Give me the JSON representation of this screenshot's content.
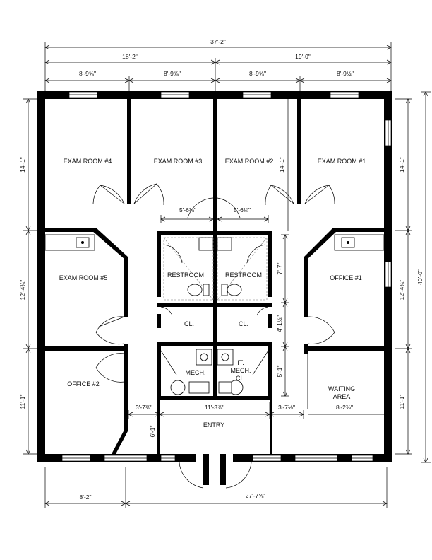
{
  "rooms": {
    "exam4": "EXAM ROOM #4",
    "exam3": "EXAM ROOM #3",
    "exam2": "EXAM ROOM #2",
    "exam1": "EXAM ROOM #1",
    "exam5": "EXAM ROOM #5",
    "office1": "OFFICE #1",
    "office2": "OFFICE #2",
    "restroom_left": "RESTROOM",
    "restroom_right": "RESTROOM",
    "closet_left": "CL.",
    "closet_right": "CL.",
    "mech": "MECH.",
    "it_line1": "IT.",
    "it_line2": "MECH.",
    "it_line3": "CL.",
    "waiting_line1": "WAITING",
    "waiting_line2": "AREA",
    "entry": "ENTRY"
  },
  "dimensions": {
    "overall_width": "37'-2\"",
    "left_half": "18'-2\"",
    "right_half": "19'-0\"",
    "bay1": "8'-9⅝\"",
    "bay2": "8'-9⅝\"",
    "bay3": "8'-9⅝\"",
    "bay4": "8'-9½\"",
    "left_v1": "14'-1\"",
    "left_v2": "12'-4¾\"",
    "left_v3": "11'-1\"",
    "right_v1": "14'-1\"",
    "right_v2": "12'-4¾\"",
    "right_v3": "11'-1\"",
    "overall_height": "40'-0\"",
    "corridor_v1": "14'-1\"",
    "rr_width_left": "5'-6⅛\"",
    "rr_width_right": "5'-6⅛\"",
    "rr_depth": "7'-7\"",
    "cl_depth": "4'-1½\"",
    "mech_depth": "5'-1\"",
    "entry_width": "11'-3⅞\"",
    "entry_left": "3'-7⅜\"",
    "entry_right": "3'-7⅛\"",
    "waiting_width": "8'-2⅜\"",
    "entry_depth": "6'-1\"",
    "bottom_left": "8'-2\"",
    "bottom_right": "27'-7⅝\""
  }
}
